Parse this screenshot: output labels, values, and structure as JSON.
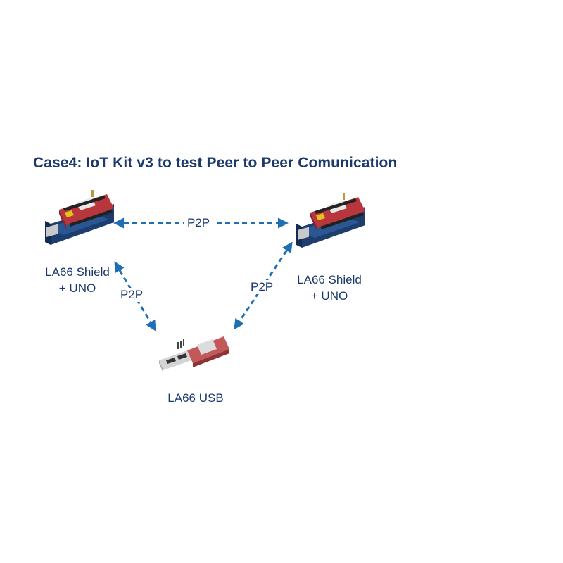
{
  "title": "Case4: IoT Kit v3 to test Peer to Peer Comunication",
  "nodes": {
    "left": {
      "line1": "LA66 Shield",
      "line2": "+ UNO",
      "device": "arduino-shield-board"
    },
    "right": {
      "line1": "LA66 Shield",
      "line2": "+ UNO",
      "device": "arduino-shield-board"
    },
    "bottom": {
      "line1": "LA66 USB",
      "device": "usb-dongle"
    }
  },
  "links": {
    "top": "P2P",
    "left": "P2P",
    "right": "P2P"
  },
  "colors": {
    "text": "#1b3a6b",
    "arrow": "#1f6fb5",
    "board_red": "#b8363c",
    "board_blue": "#1d3d6e"
  }
}
